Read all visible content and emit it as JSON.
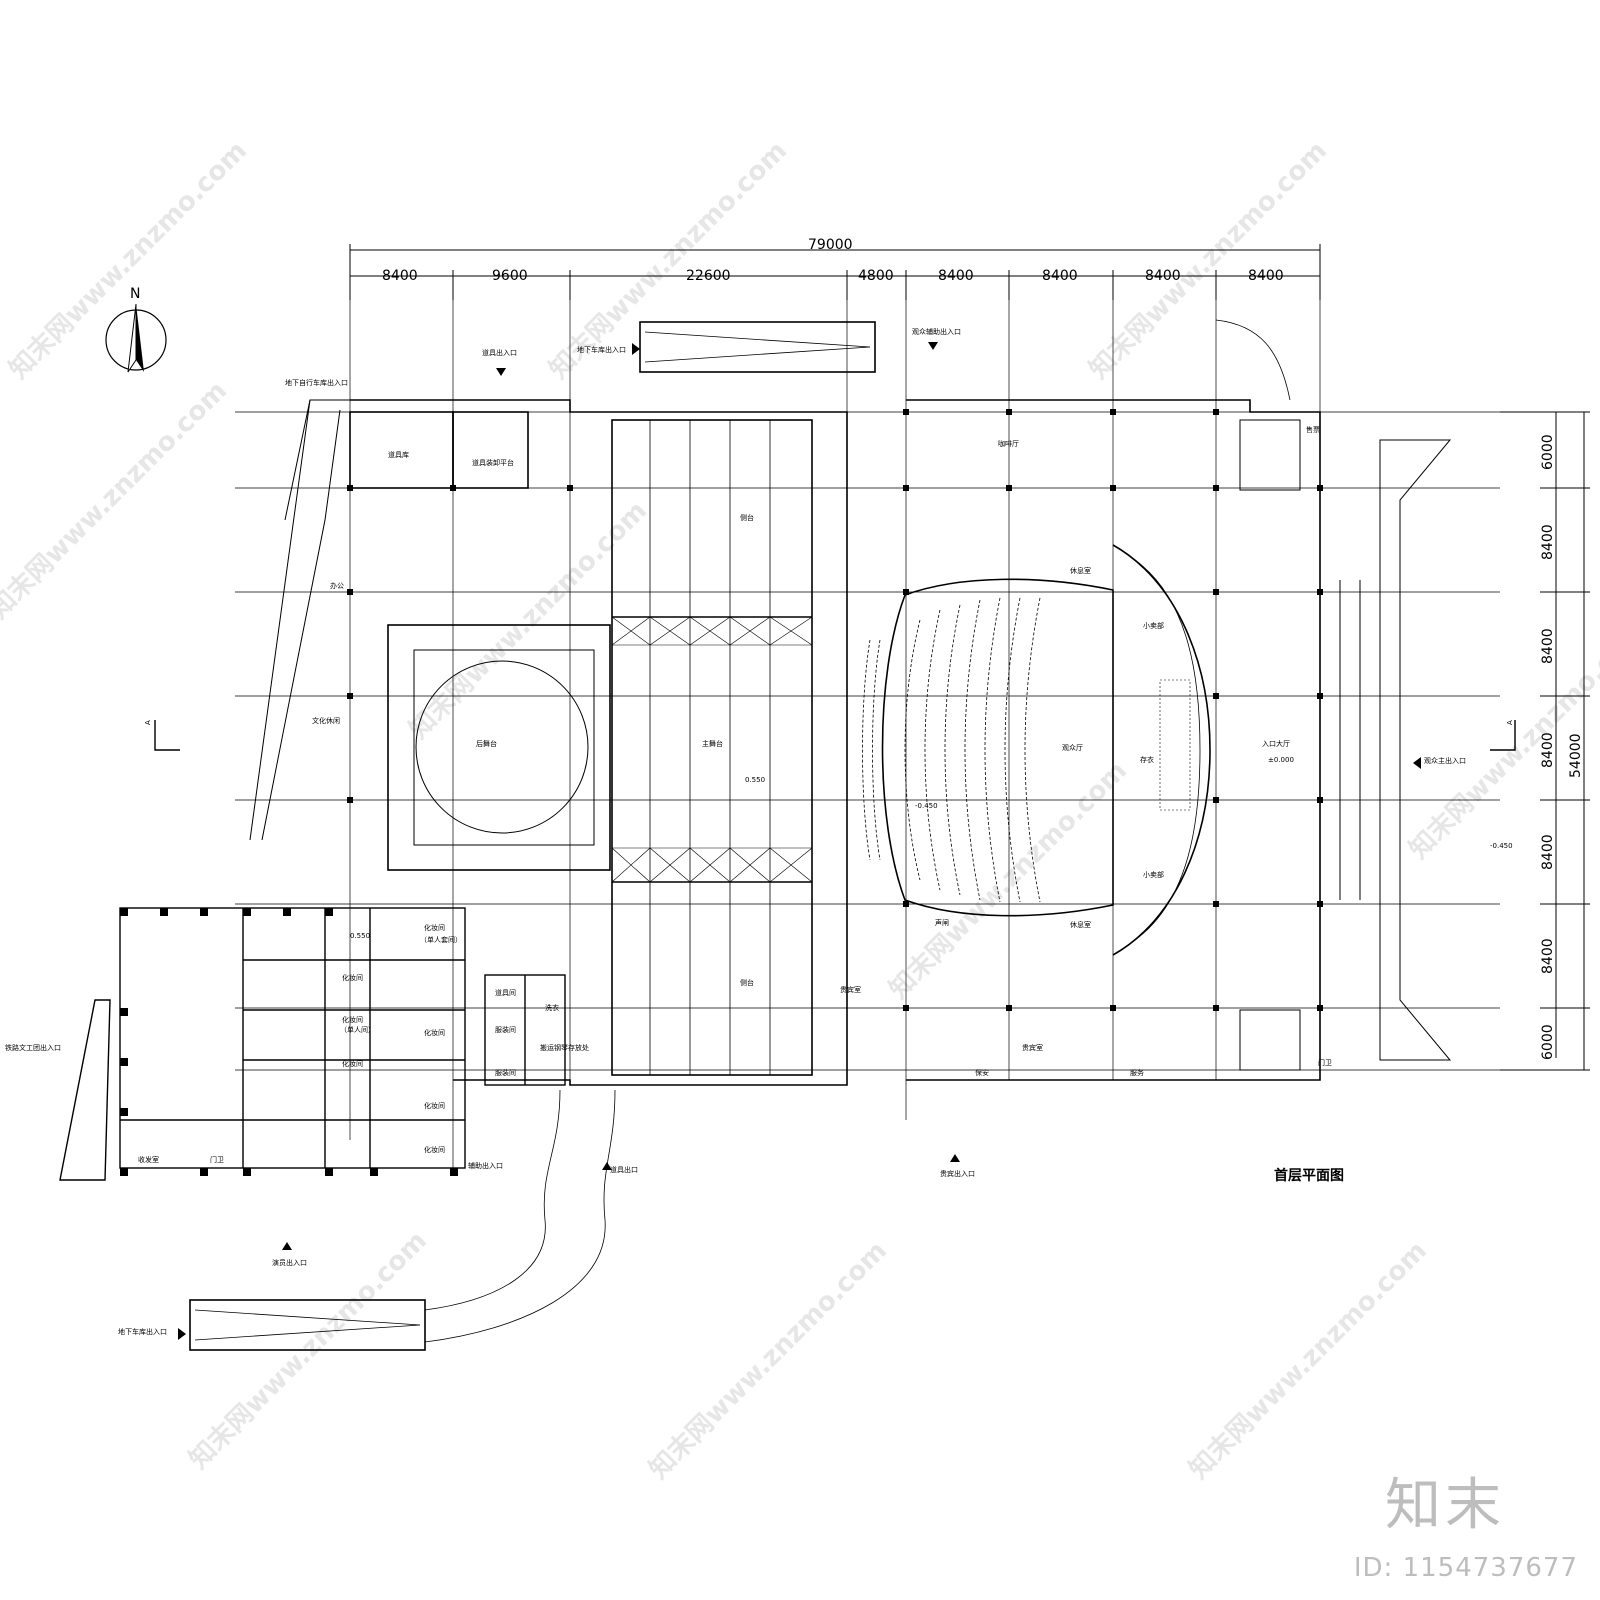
{
  "drawing": {
    "title": "首层平面图",
    "north_label": "N",
    "overall_width": "79000",
    "overall_depth": "54000",
    "top_dimensions": [
      "8400",
      "9600",
      "22600",
      "4800",
      "8400",
      "8400",
      "8400",
      "8400"
    ],
    "right_dimensions": [
      "6000",
      "8400",
      "8400",
      "8400",
      "8400",
      "8400",
      "6000"
    ],
    "section_mark": "A",
    "elevations": [
      "±0.000",
      "-0.450",
      "-0.450",
      "0.550",
      "0.550"
    ]
  },
  "entrances": {
    "props_entrance": "道具出入口",
    "basement_garage_top": "地下车库出入口",
    "basement_bike": "地下自行车库出入口",
    "audience_aux": "观众辅助出入口",
    "audience_main": "观众主出入口",
    "rail_workers": "铁路文工团出入口",
    "actors": "演员出入口",
    "aux": "辅助出入口",
    "props_exit": "道具出口",
    "vip": "贵宾出入口",
    "basement_garage_bottom": "地下车库出入口"
  },
  "rooms": {
    "props_store": "道具库",
    "props_platform": "道具装卸平台",
    "office": "办公",
    "culture_hall": "文化休闲",
    "rear_stage": "后舞台",
    "side_stage_top": "侧台",
    "main_stage": "主舞台",
    "side_stage_bottom": "侧台",
    "cafe": "咖啡厅",
    "lounge_top": "休息室",
    "shop_top": "小卖部",
    "hall": "观众厅",
    "cloak": "存衣",
    "shop_bottom": "小卖部",
    "lounge_bottom": "休息室",
    "lobby": "入口大厅",
    "ticket": "售票",
    "sound": "声闸",
    "vip_room_1": "贵宾室",
    "vip_room_2": "贵宾室",
    "security": "保安",
    "service": "服务",
    "guard_right": "门卫",
    "props_room": "道具间",
    "costume": "服装间",
    "costume_store": "服装间",
    "piano": "搬运钢琴存放处",
    "wash": "洗衣",
    "makeup_1": "化妆间",
    "makeup_2": "化妆间",
    "makeup_3": "化妆间",
    "makeup_4": "化妆间",
    "makeup_5": "化妆间",
    "makeup_6": "化妆间",
    "makeup_7": "化妆间",
    "single": "（单人间）",
    "multi": "（单人套间）",
    "mail": "收发室",
    "guard_left": "门卫"
  },
  "watermark": {
    "text": "知末网www.znzmo.com",
    "brand": "知末",
    "id": "ID: 1154737677"
  }
}
